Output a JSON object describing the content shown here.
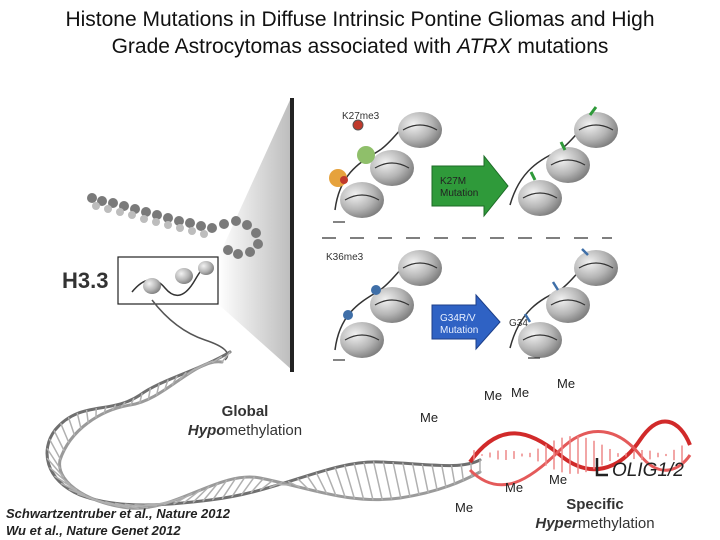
{
  "title": {
    "line1": "Histone Mutations in Diffuse Intrinsic Pontine Gliomas and High",
    "line2_prefix": "Grade Astrocytomas associated with ",
    "line2_gene": "ATRX",
    "line2_suffix": " mutations"
  },
  "labels": {
    "h33": "H3.3",
    "global_line1": "Global",
    "global_line2_bold": "Hypo",
    "global_line2_rest": "methylation",
    "specific_line1": "Specific",
    "specific_line2_bold": "Hyper",
    "specific_line2_rest": "methylation",
    "olig": "OLIG1/2",
    "me": "Me",
    "k27me": "K27me3",
    "k36me": "K36me3",
    "k27m_line1": "K27M",
    "k27m_line2": "Mutation",
    "g34_line1": "G34R/V",
    "g34_line2": "Mutation",
    "g34_side": "G34"
  },
  "references": [
    "Schwartzentruber et al., Nature 2012",
    "Wu et al., Nature Genet 2012"
  ],
  "colors": {
    "dna_gray": "#6f6f6f",
    "dna_red": "#d12a2a",
    "arrow_green": "#2f9a3a",
    "arrow_blue": "#2f62c4"
  }
}
